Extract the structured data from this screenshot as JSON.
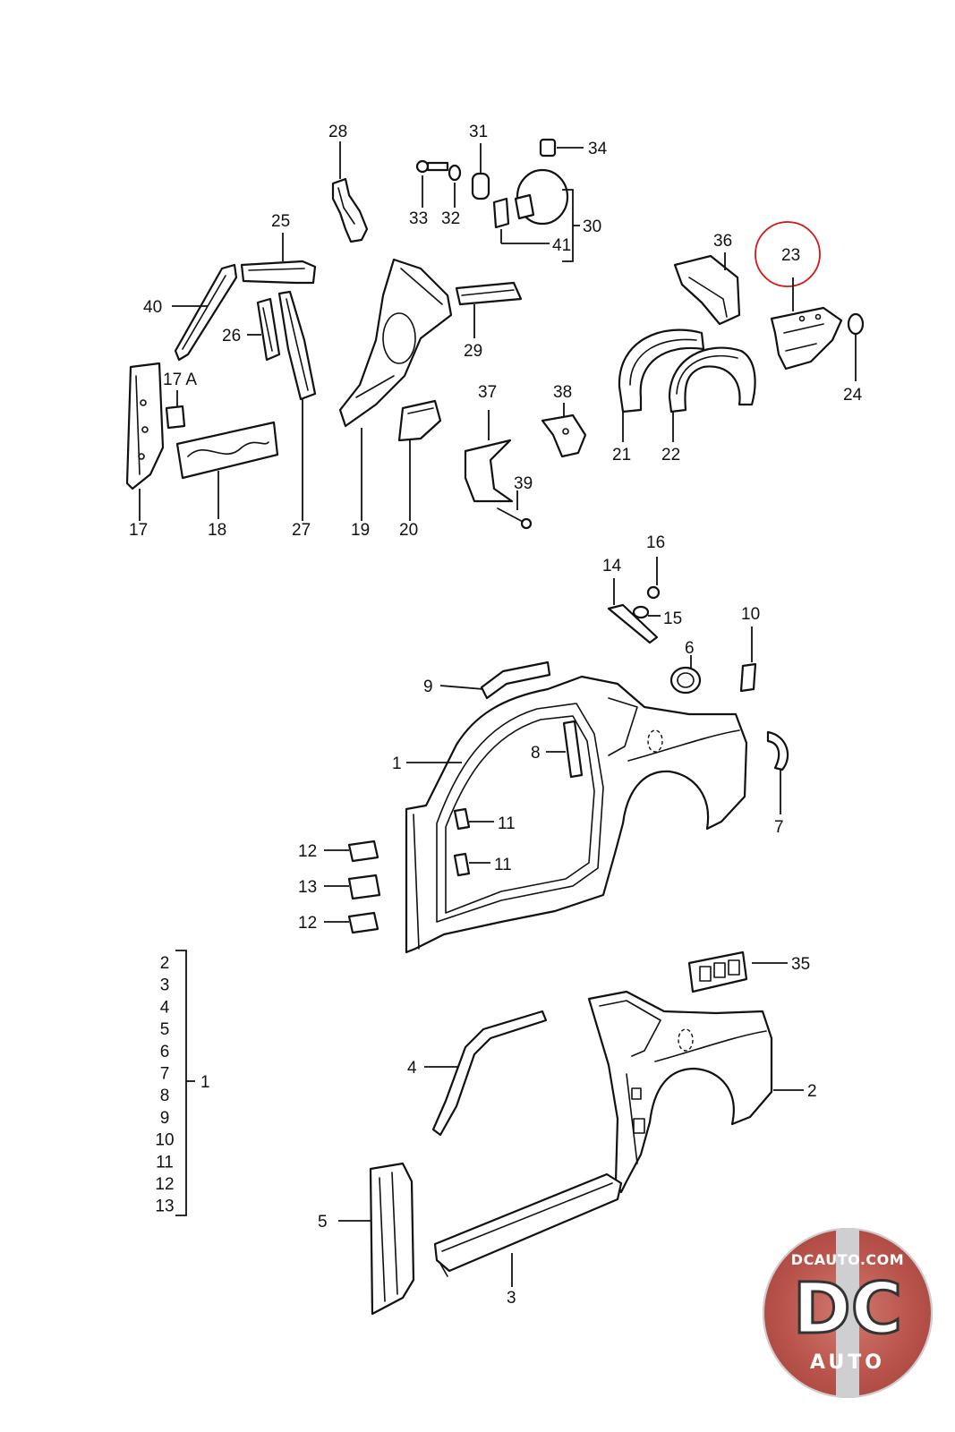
{
  "diagram": {
    "labels": {
      "l1": "1",
      "l2": "2",
      "l3": "3",
      "l4": "4",
      "l5": "5",
      "l6": "6",
      "l7": "7",
      "l8": "8",
      "l9": "9",
      "l10": "10",
      "l11a": "11",
      "l11b": "11",
      "l12a": "12",
      "l12b": "12",
      "l13": "13",
      "l14": "14",
      "l15": "15",
      "l16": "16",
      "l17": "17",
      "l17a": "17 A",
      "l18": "18",
      "l19": "19",
      "l20": "20",
      "l21": "21",
      "l22": "22",
      "l23": "23",
      "l24": "24",
      "l25": "25",
      "l26": "26",
      "l27": "27",
      "l28": "28",
      "l29": "29",
      "l30": "30",
      "l31": "31",
      "l32": "32",
      "l33": "33",
      "l34": "34",
      "l35": "35",
      "l36": "36",
      "l37": "37",
      "l38": "38",
      "l39": "39",
      "l40": "40",
      "l41": "41"
    },
    "group_list": [
      "2",
      "3",
      "4",
      "5",
      "6",
      "7",
      "8",
      "9",
      "10",
      "11",
      "12",
      "13"
    ],
    "group_parent": "1",
    "highlight_label": "23",
    "highlight_color": "#d01818"
  },
  "logo": {
    "brand_top": "DCAUTO.COM",
    "monogram": "DC",
    "word": "AUTO",
    "accent": "#b42a2a"
  }
}
